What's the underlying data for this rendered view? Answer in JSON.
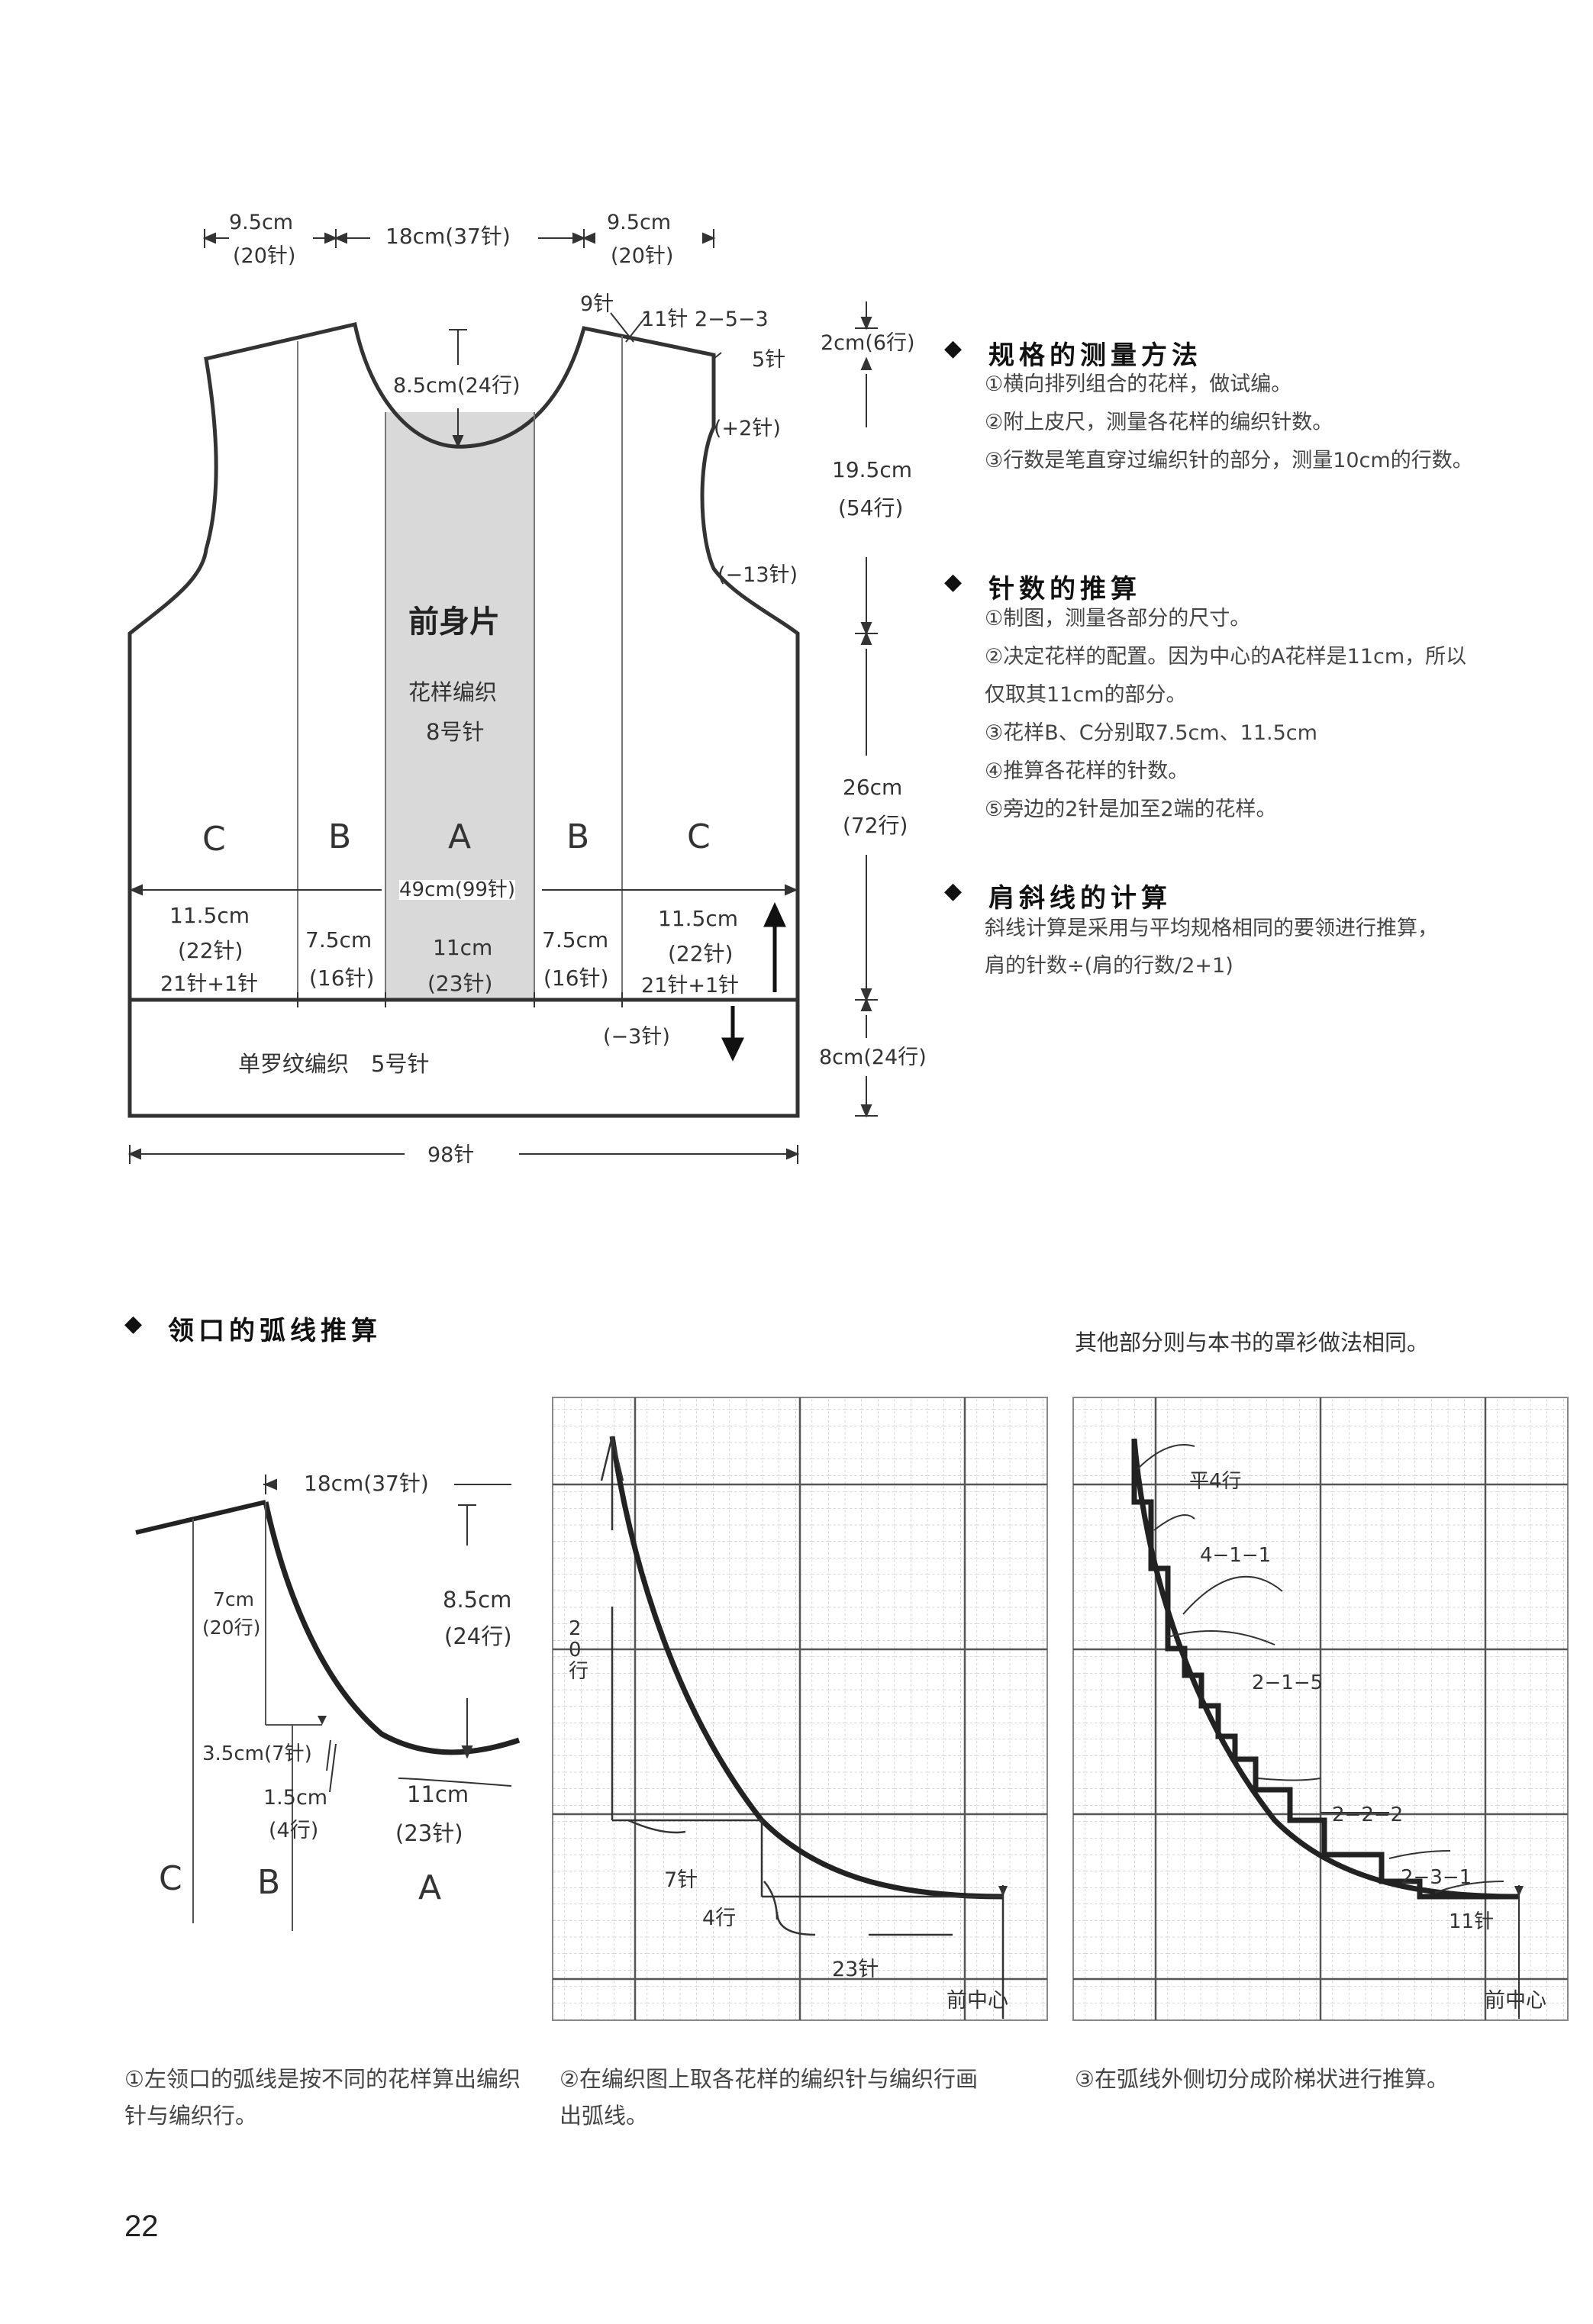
{
  "body_diagram": {
    "top_dims": {
      "left_shoulder": "9.5cm",
      "left_shoulder_st": "(20针)",
      "neck_width": "18cm(37针)",
      "right_shoulder": "9.5cm",
      "right_shoulder_st": "(20针)"
    },
    "shoulder_notes": {
      "st9": "9针",
      "st11": "11针 2−5−3",
      "st5": "5针"
    },
    "neck_depth": "8.5cm(24行)",
    "armhole_inc": "(+2针)",
    "armhole_dec": "(−13针)",
    "piece_title": "前身片",
    "pattern_name": "花样编织",
    "needle_main": "8号针",
    "sections": [
      "C",
      "B",
      "A",
      "B",
      "C"
    ],
    "total_width": "49cm(99针)",
    "bottom_dims": {
      "c_left_cm": "11.5cm",
      "c_left_st": "(22针)",
      "c_left_calc": "21针+1针",
      "b_left_cm": "7.5cm",
      "b_left_st": "(16针)",
      "a_cm": "11cm",
      "a_st": "(23针)",
      "b_right_cm": "7.5cm",
      "b_right_st": "(16针)",
      "c_right_cm": "11.5cm",
      "c_right_st": "(22针)",
      "c_right_calc": "21针+1针"
    },
    "rib_dec": "(−3针)",
    "rib_label": "单罗纹编织　5号针",
    "rib_stitches": "98针",
    "right_dims": {
      "shoulder_rows": "2cm(6行)",
      "armhole_cm": "19.5cm",
      "armhole_rows": "(54行)",
      "body_cm": "26cm",
      "body_rows": "(72行)",
      "rib_rows": "8cm(24行)"
    }
  },
  "notes": [
    {
      "title": "规格的测量方法",
      "items": [
        "①横向排列组合的花样，做试编。",
        "②附上皮尺，测量各花样的编织针数。",
        "③行数是笔直穿过编织针的部分，测量10cm的行数。"
      ]
    },
    {
      "title": "针数的推算",
      "items": [
        "①制图，测量各部分的尺寸。",
        "②决定花样的配置。因为中心的A花样是11cm，所以",
        "仅取其11cm的部分。",
        "③花样B、C分别取7.5cm、11.5cm",
        "④推算各花样的针数。",
        "⑤旁边的2针是加至2端的花样。"
      ]
    },
    {
      "title": "肩斜线的计算",
      "items": [
        "斜线计算是采用与平均规格相同的要领进行推算，",
        "肩的针数÷(肩的行数/2+1)"
      ]
    }
  ],
  "neck_section": {
    "title": "领口的弧线推算",
    "other_note": "其他部分则与本书的罩衫做法相同。"
  },
  "neck_diagram1": {
    "width": "18cm(37针)",
    "left_depth_cm": "7cm",
    "left_depth_rows": "(20行)",
    "depth_cm": "8.5cm",
    "depth_rows": "(24行)",
    "step1": "3.5cm(7针)",
    "step2_cm": "1.5cm",
    "step2_rows": "(4行)",
    "bottom_cm": "11cm",
    "bottom_st": "(23针)",
    "labels": [
      "C",
      "B",
      "A"
    ]
  },
  "neck_diagram2": {
    "rows20": "20行",
    "st7": "7针",
    "rows4": "4行",
    "st23": "23针",
    "center": "前中心"
  },
  "neck_diagram3": {
    "steps": [
      "平4行",
      "4−1−1",
      "2−1−5",
      "2−2−2",
      "2−3−1",
      "11针"
    ],
    "center": "前中心"
  },
  "captions": [
    "①左领口的弧线是按不同的花样算出编织针与编织行。",
    "②在编织图上取各花样的编织针与编织行画出弧线。",
    "③在弧线外侧切分成阶梯状进行推算。"
  ],
  "page_number": "22"
}
